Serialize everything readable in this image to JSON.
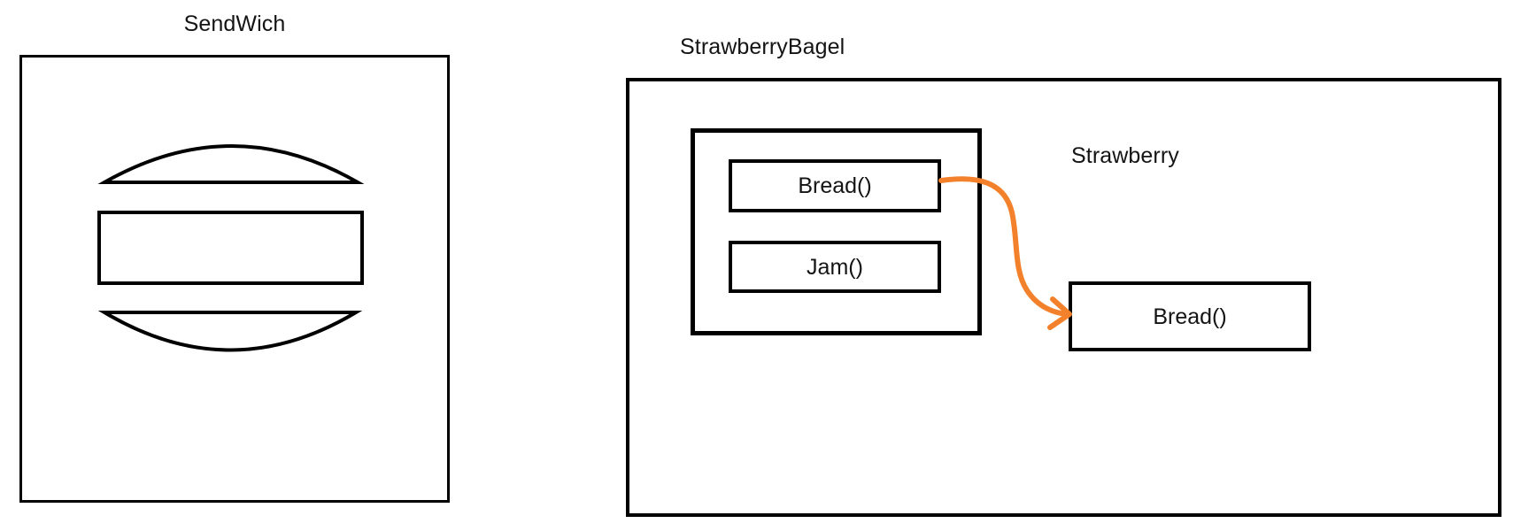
{
  "diagram": {
    "title_left": "SendWich",
    "title_right": "StrawberryBagel",
    "left_panel": {
      "title": "SendWich",
      "illustration": "sandwich-icon",
      "parts": [
        "top-bun-arc",
        "filling-rectangle",
        "bottom-bun-arc"
      ]
    },
    "right_panel": {
      "title": "StrawberryBagel",
      "inner_group_label": "",
      "methods": [
        {
          "label": "Bread()"
        },
        {
          "label": "Jam()"
        }
      ],
      "side_label": "Strawberry",
      "external_method": {
        "label": "Bread()"
      },
      "arrow": {
        "name": "bread-delegation-arrow",
        "color": "#F3812B",
        "from": "Bread()",
        "to": "Bread()"
      }
    },
    "colors": {
      "stroke": "#000000",
      "text": "#141414",
      "accent_orange": "#F3812B",
      "background": "#FFFFFF"
    }
  }
}
